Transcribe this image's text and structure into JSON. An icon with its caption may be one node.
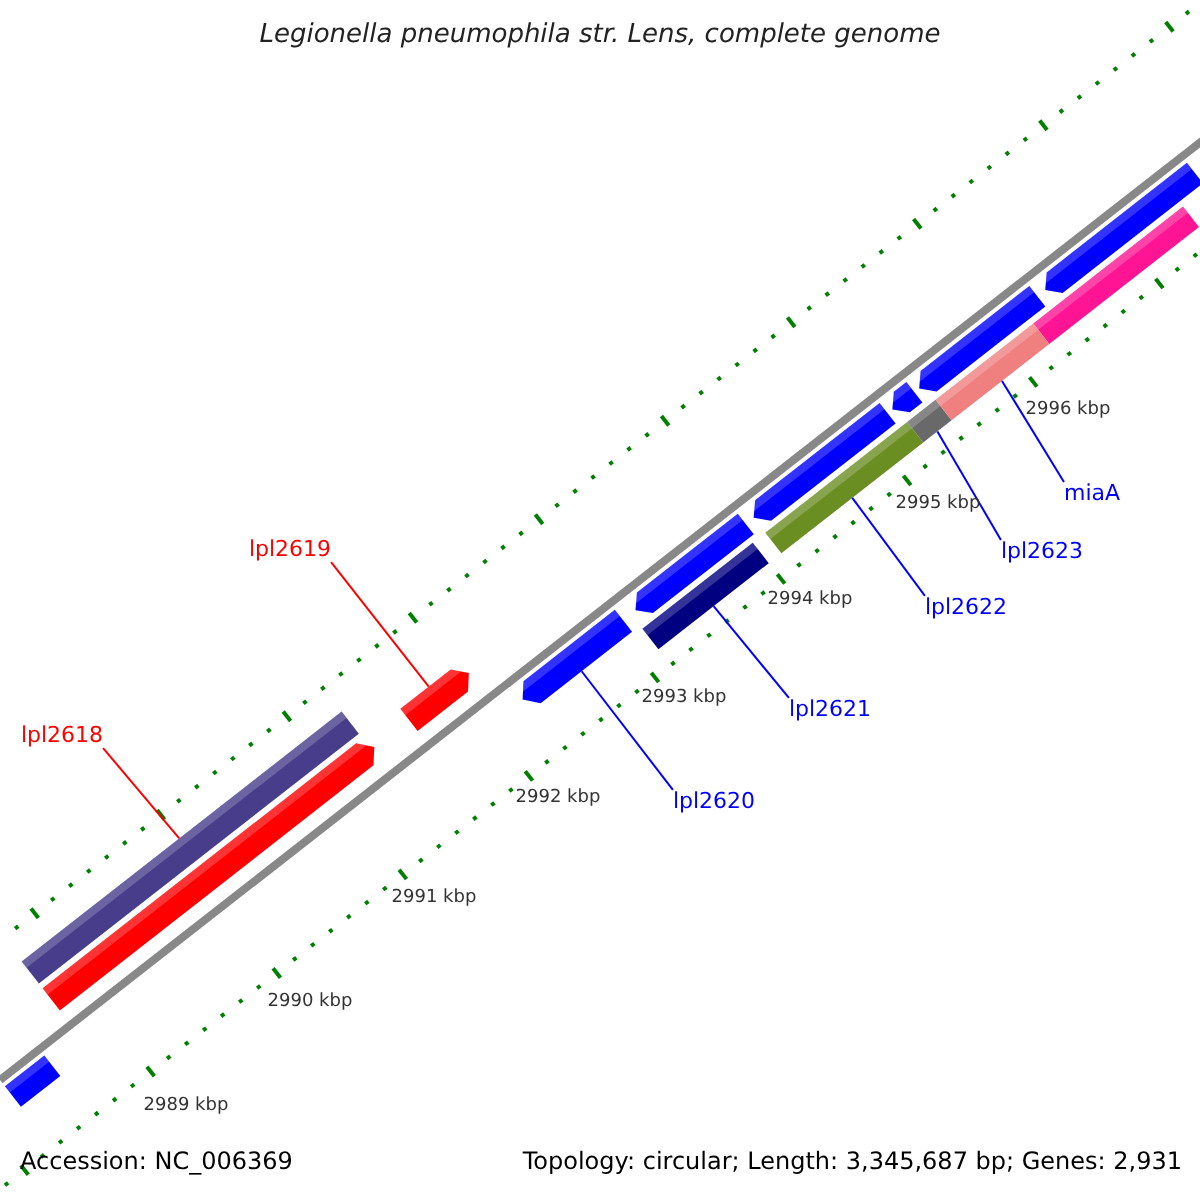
{
  "diagram": {
    "title": "Legionella pneumophila str. Lens, complete genome",
    "nodes": [
      {
        "text": [
          "lpl2619"
        ]
      },
      {
        "text": [
          "lpl2618"
        ]
      },
      {
        "text": [
          "lpl2620"
        ]
      },
      {
        "text": [
          "lpl2621"
        ]
      },
      {
        "text": [
          "lpl2622"
        ]
      },
      {
        "text": [
          "lpl2623"
        ]
      },
      {
        "text": [
          "miaA"
        ]
      },
      {
        "text": [],
        "shape": "bar"
      },
      {
        "text": [],
        "shape": "bar"
      },
      {
        "text": [],
        "shape": "bar"
      },
      {
        "text": [],
        "shape": "bar"
      },
      {
        "text": [],
        "shape": "bar"
      },
      {
        "text": [],
        "shape": "bar"
      },
      {
        "text": [],
        "shape": "bar"
      }
    ],
    "edges": [
      {
        "from": 0,
        "to": 8,
        "arrow": "none",
        "color": "#ff0000"
      },
      {
        "from": 1,
        "to": 7,
        "arrow": "none",
        "color": "#ff0000"
      },
      {
        "from": 2,
        "to": 9,
        "arrow": "none"
      },
      {
        "from": 3,
        "to": 10,
        "arrow": "none"
      },
      {
        "from": 4,
        "to": 11,
        "arrow": "none"
      },
      {
        "from": 5,
        "to": 12,
        "arrow": "none"
      },
      {
        "from": 6,
        "to": 13,
        "arrow": "none"
      }
    ],
    "labels": [
      "2996 kbp",
      "2995 kbp",
      "2994 kbp",
      "2993 kbp",
      "2992 kbp",
      "2991 kbp",
      "2990 kbp",
      "2989 kbp",
      "Accession: NC_006369",
      "Topology: circular; Length: 3,345,687 bp; Genes: 2,931"
    ]
  }
}
